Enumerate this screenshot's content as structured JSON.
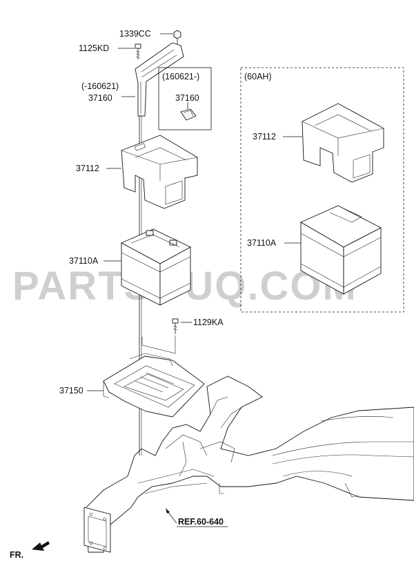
{
  "labels": {
    "p1339cc": "1339CC",
    "p1125kd": "1125KD",
    "p160621_before": "(-160621)",
    "p37160_left": "37160",
    "p160621_after": "(160621-)",
    "p37160_box": "37160",
    "p37112_left": "37112",
    "p37110a_left": "37110A",
    "p1129ka": "1129KA",
    "p37150": "37150",
    "ref": "REF.60-640",
    "fr": "FR.",
    "group_60ah": "(60AH)",
    "p37112_right": "37112",
    "p37110a_right": "37110A"
  },
  "watermark": "PARTSOUQ.COM",
  "icons": [
    "bolt-icon",
    "nut-icon",
    "fr-arrow-icon"
  ]
}
